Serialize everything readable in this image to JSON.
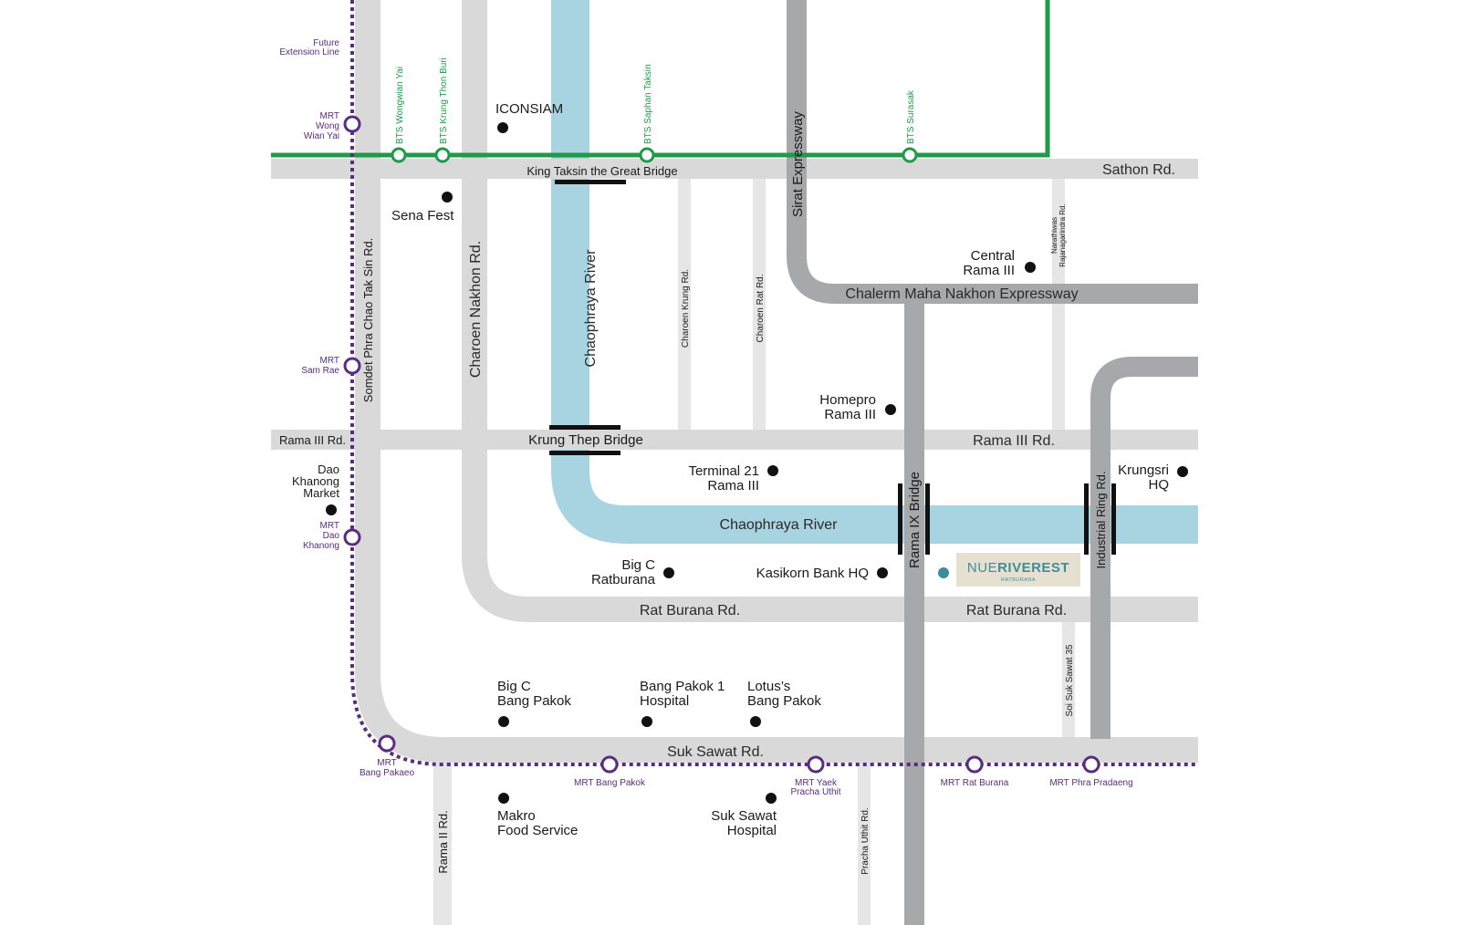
{
  "colors": {
    "road_light": "#d9d9da",
    "road_minor": "#e6e6e7",
    "road_dark": "#a7a8aa",
    "river": "#a8d3e0",
    "bts": "#1f9a48",
    "mrt": "#5a2d82",
    "bridge": "#111111",
    "project_dot": "#3a8c96",
    "logo_bg": "#e5e0d0"
  },
  "roads": {
    "sathon": "Sathon Rd.",
    "king_taksin_bridge": "King Taksin the Great Bridge",
    "sirat_expressway": "Sirat Expressway",
    "chalerm_maha_nakhon": "Chalerm Maha Nakhon Expressway",
    "somdet_phra_chao_tak_sin": "Somdet Phra Chao Tak Sin Rd.",
    "charoen_nakhon": "Charoen Nakhon Rd.",
    "charoen_krung": "Charoen Krung Rd.",
    "charoen_rat": "Charoen Rat Rd.",
    "narathiwas_line1": "Narathiwas",
    "narathiwas_line2": "Rajanagarindra Rd.",
    "rama3_left": "Rama III Rd.",
    "rama3_right": "Rama III Rd.",
    "krung_thep_bridge": "Krung Thep Bridge",
    "rama9_bridge": "Rama IX Bridge",
    "industrial_ring": "Industrial Ring Rd.",
    "rat_burana_1": "Rat Burana Rd.",
    "rat_burana_2": "Rat Burana Rd.",
    "soi_suk_sawat_35": "Soi Suk Sawat 35",
    "suk_sawat": "Suk Sawat Rd.",
    "rama2": "Rama II Rd.",
    "pracha_uthit": "Pracha Uthit Rd."
  },
  "rivers": {
    "vertical": "Chaophraya River",
    "horizontal": "Chaophraya River"
  },
  "bts_stations": [
    "BTS Wongwian Yai",
    "BTS Krung Thon Buri",
    "BTS Saphan Taksin",
    "BTS Surasak"
  ],
  "mrt": {
    "future_ext_line1": "Future",
    "future_ext_line2": "Extension Line",
    "wong_wian_yai": [
      "MRT",
      "Wong",
      "Wian Yai"
    ],
    "sam_rae": [
      "MRT",
      "Sam Rae"
    ],
    "dao_khanong": [
      "MRT",
      "Dao",
      "Khanong"
    ],
    "bang_pakaeo": [
      "MRT",
      "Bang Pakaeo"
    ],
    "bang_pakok": "MRT Bang Pakok",
    "yaek_pracha_uthit": [
      "MRT Yaek",
      "Pracha Uthit"
    ],
    "rat_burana": "MRT Rat Burana",
    "phra_pradaeng": "MRT Phra Pradaeng"
  },
  "landmarks": {
    "iconsiam": "ICONSIAM",
    "sena_fest": "Sena Fest",
    "central_rama3": [
      "Central",
      "Rama III"
    ],
    "homepro_rama3": [
      "Homepro",
      "Rama III"
    ],
    "terminal21": [
      "Terminal 21",
      "Rama III"
    ],
    "krungsri_hq": [
      "Krungsri",
      "HQ"
    ],
    "dao_khanong_market": [
      "Dao",
      "Khanong",
      "Market"
    ],
    "bigc_ratburana": [
      "Big C",
      "Ratburana"
    ],
    "kasikorn_hq": "Kasikorn Bank HQ",
    "bigc_bangpakok": [
      "Big C",
      "Bang Pakok"
    ],
    "bangpakok1_hospital": [
      "Bang Pakok 1",
      "Hospital"
    ],
    "lotus_bangpakok": [
      "Lotus’s",
      "Bang Pakok"
    ],
    "makro": [
      "Makro",
      "Food Service"
    ],
    "suksawat_hospital": [
      "Suk Sawat",
      "Hospital"
    ]
  },
  "project_logo": {
    "nue": "NUE",
    "riverest": "RIVEREST",
    "sub": "RATBURANA"
  }
}
